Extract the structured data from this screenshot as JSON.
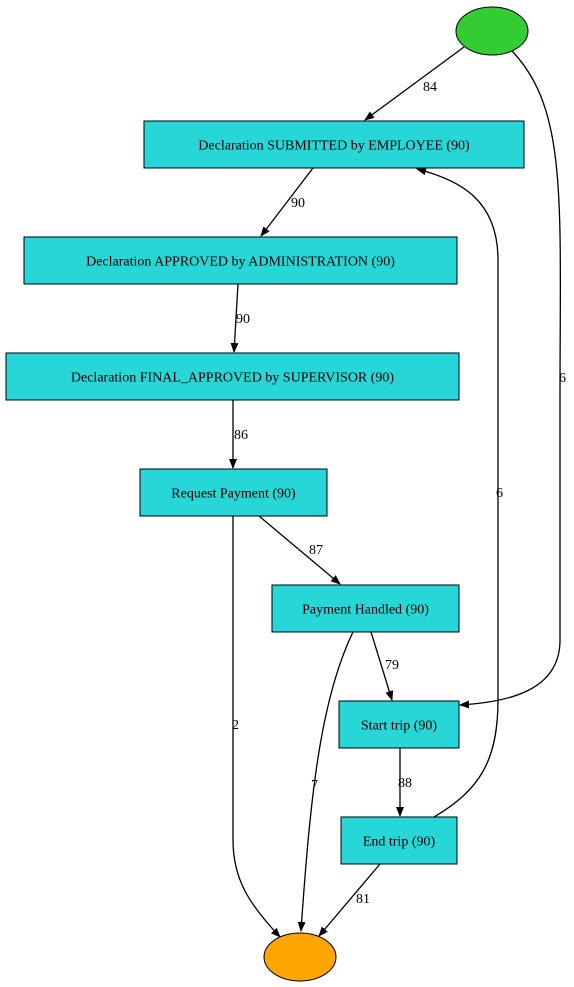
{
  "colors": {
    "activity_fill": "#27d6d6",
    "start_fill": "#33cc33",
    "end_fill": "#ffa500",
    "stroke": "#000000"
  },
  "nodes": [
    {
      "id": "start",
      "kind": "start-event",
      "label": ""
    },
    {
      "id": "submitted",
      "kind": "activity",
      "label": "Declaration SUBMITTED by EMPLOYEE (90)"
    },
    {
      "id": "approved",
      "kind": "activity",
      "label": "Declaration APPROVED by ADMINISTRATION (90)"
    },
    {
      "id": "final_approved",
      "kind": "activity",
      "label": "Declaration FINAL_APPROVED by SUPERVISOR (90)"
    },
    {
      "id": "request_payment",
      "kind": "activity",
      "label": "Request Payment (90)"
    },
    {
      "id": "payment_handled",
      "kind": "activity",
      "label": "Payment Handled (90)"
    },
    {
      "id": "start_trip",
      "kind": "activity",
      "label": "Start trip (90)"
    },
    {
      "id": "end_trip",
      "kind": "activity",
      "label": "End trip (90)"
    },
    {
      "id": "end",
      "kind": "end-event",
      "label": ""
    }
  ],
  "edges": [
    {
      "id": "e-start-submitted",
      "source": "start",
      "target": "submitted",
      "label": "84"
    },
    {
      "id": "e-start-starttrip",
      "source": "start",
      "target": "start_trip",
      "label": "6"
    },
    {
      "id": "e-submitted-approved",
      "source": "submitted",
      "target": "approved",
      "label": "90"
    },
    {
      "id": "e-approved-final",
      "source": "approved",
      "target": "final_approved",
      "label": "90"
    },
    {
      "id": "e-final-request",
      "source": "final_approved",
      "target": "request_payment",
      "label": "86"
    },
    {
      "id": "e-request-handled",
      "source": "request_payment",
      "target": "payment_handled",
      "label": "87"
    },
    {
      "id": "e-request-end",
      "source": "request_payment",
      "target": "end",
      "label": "2"
    },
    {
      "id": "e-handled-starttrip",
      "source": "payment_handled",
      "target": "start_trip",
      "label": "79"
    },
    {
      "id": "e-handled-end",
      "source": "payment_handled",
      "target": "end",
      "label": "7"
    },
    {
      "id": "e-starttrip-endtrip",
      "source": "start_trip",
      "target": "end_trip",
      "label": "88"
    },
    {
      "id": "e-endtrip-end",
      "source": "end_trip",
      "target": "end",
      "label": "81"
    },
    {
      "id": "e-endtrip-submitted",
      "source": "end_trip",
      "target": "submitted",
      "label": "6"
    }
  ]
}
